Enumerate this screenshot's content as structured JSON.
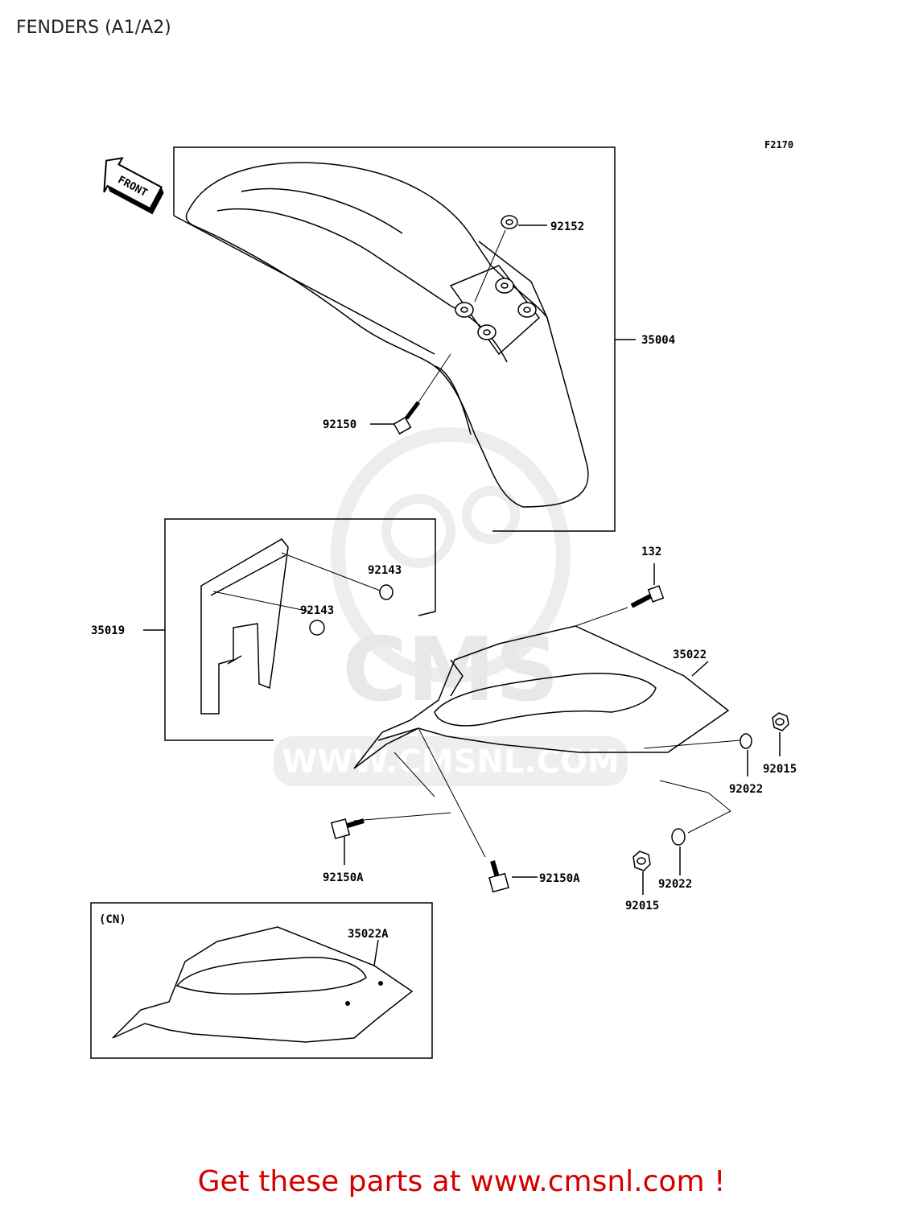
{
  "title": "FENDERS (A1/A2)",
  "figure_code": "F2170",
  "front_arrow_label": "FRONT",
  "watermark": {
    "logo_text": "CMS",
    "url_text": "WWW.CMSNL.COM"
  },
  "variant_label": "(CN)",
  "parts": {
    "p92152": "92152",
    "p35004": "35004",
    "p92150": "92150",
    "p92143_upper": "92143",
    "p92143_lower": "92143",
    "p35019": "35019",
    "p132": "132",
    "p35022": "35022",
    "p92015_right": "92015",
    "p92022_right": "92022",
    "p92150A_left": "92150A",
    "p92150A_right": "92150A",
    "p92022_lower": "92022",
    "p92015_lower": "92015",
    "p35022A": "35022A"
  },
  "footer": "Get these parts at www.cmsnl.com !"
}
